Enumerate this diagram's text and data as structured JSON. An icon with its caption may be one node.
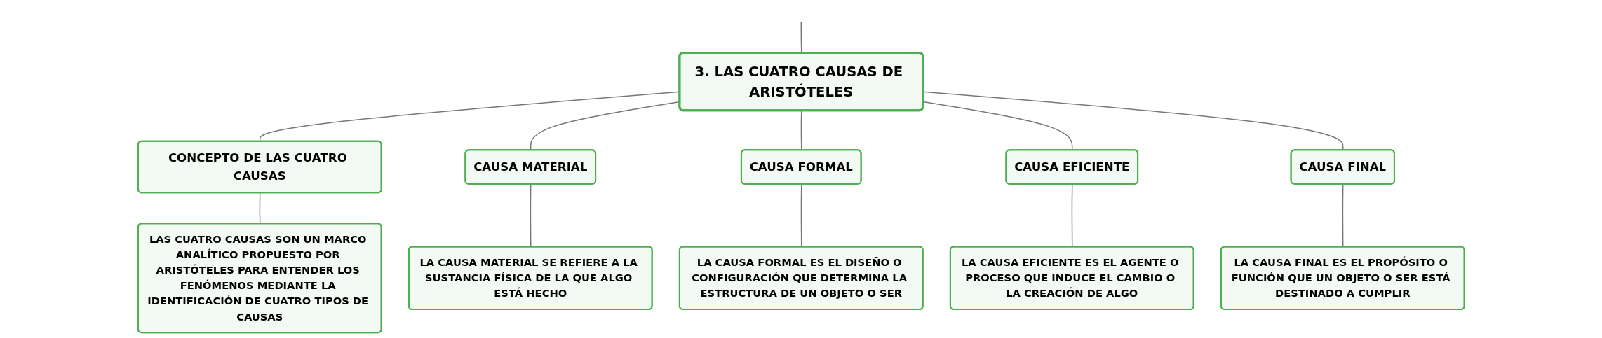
{
  "diagram": {
    "nodes": [
      {
        "text": [
          "3. LAS CUATRO CAUSAS DE ARISTÓTELES"
        ]
      },
      {
        "text": [
          "CONCEPTO DE LAS CUATRO CAUSAS"
        ]
      },
      {
        "text": [
          "CAUSA MATERIAL"
        ]
      },
      {
        "text": [
          "CAUSA FORMAL"
        ]
      },
      {
        "text": [
          "CAUSA EFICIENTE"
        ]
      },
      {
        "text": [
          "CAUSA FINAL"
        ]
      },
      {
        "text": [
          "LAS CUATRO CAUSAS SON UN MARCO ANALÍTICO PROPUESTO POR ARISTÓTELES PARA ENTENDER LOS FENÓMENOS MEDIANTE LA IDENTIFICACIÓN DE CUATRO TIPOS DE CAUSAS"
        ]
      },
      {
        "text": [
          "LA CAUSA MATERIAL SE REFIERE A LA SUSTANCIA FÍSICA DE LA QUE ALGO ESTÁ HECHO"
        ]
      },
      {
        "text": [
          "LA CAUSA FORMAL ES EL DISEÑO O CONFIGURACIÓN QUE DETERMINA LA ESTRUCTURA DE UN OBJETO O SER"
        ]
      },
      {
        "text": [
          "LA CAUSA EFICIENTE ES EL AGENTE O PROCESO QUE INDUCE EL CAMBIO O LA CREACIÓN DE ALGO"
        ]
      },
      {
        "text": [
          "LA CAUSA FINAL ES EL PROPÓSITO O FUNCIÓN QUE UN OBJETO O SER ESTÁ DESTINADO A CUMPLIR"
        ]
      }
    ],
    "edges": [
      {
        "from": null,
        "to": 0,
        "arrow": "none"
      },
      {
        "from": 0,
        "to": 1,
        "arrow": "none"
      },
      {
        "from": 0,
        "to": 2,
        "arrow": "none"
      },
      {
        "from": 0,
        "to": 3,
        "arrow": "none"
      },
      {
        "from": 0,
        "to": 4,
        "arrow": "none"
      },
      {
        "from": 0,
        "to": 5,
        "arrow": "none"
      },
      {
        "from": 1,
        "to": 6,
        "arrow": "none"
      },
      {
        "from": 2,
        "to": 7,
        "arrow": "none"
      },
      {
        "from": 3,
        "to": 8,
        "arrow": "none"
      },
      {
        "from": 4,
        "to": 9,
        "arrow": "none"
      },
      {
        "from": 5,
        "to": 10,
        "arrow": "none"
      }
    ]
  }
}
